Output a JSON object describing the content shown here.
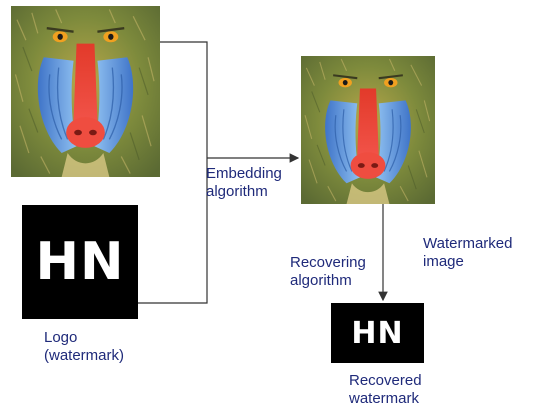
{
  "diagram": {
    "labels": {
      "embedding": "Embedding\nalgorithm",
      "watermarked": "Watermarked\nimage",
      "recovering": "Recovering\nalgorithm",
      "logo": "Logo\n(watermark)",
      "recovered": "Recovered\nwatermark"
    },
    "logo_letters": "HN",
    "recovered_letters": "HN",
    "colors": {
      "label_text": "#1f2a7a",
      "arrow": "#333333",
      "logo_bg": "#000000",
      "logo_fg": "#ffffff",
      "nose": "#e8392f",
      "cheek": "#4a8fd8",
      "fur": "#8a8a3a"
    },
    "icons": {
      "original_image": "mandrill-image",
      "watermarked_image": "mandrill-image",
      "arrow": "arrow-right-icon"
    }
  }
}
